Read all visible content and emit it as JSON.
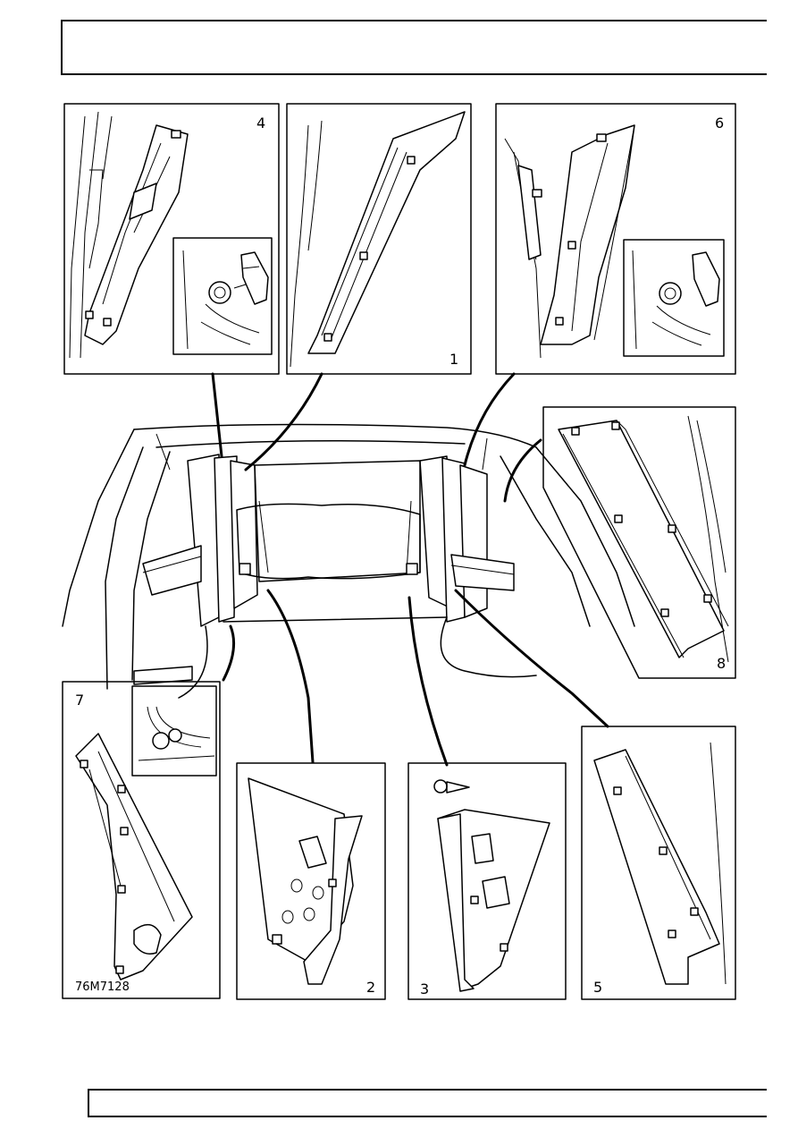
{
  "header": {
    "title": ""
  },
  "footer": {
    "text": ""
  },
  "diagram": {
    "figure_code": "76M7128",
    "callouts": [
      {
        "id": "4",
        "label": "4"
      },
      {
        "id": "1",
        "label": "1"
      },
      {
        "id": "6",
        "label": "6"
      },
      {
        "id": "8",
        "label": "8"
      },
      {
        "id": "7",
        "label": "7"
      },
      {
        "id": "2",
        "label": "2"
      },
      {
        "id": "3",
        "label": "3"
      },
      {
        "id": "5",
        "label": "5"
      }
    ]
  }
}
